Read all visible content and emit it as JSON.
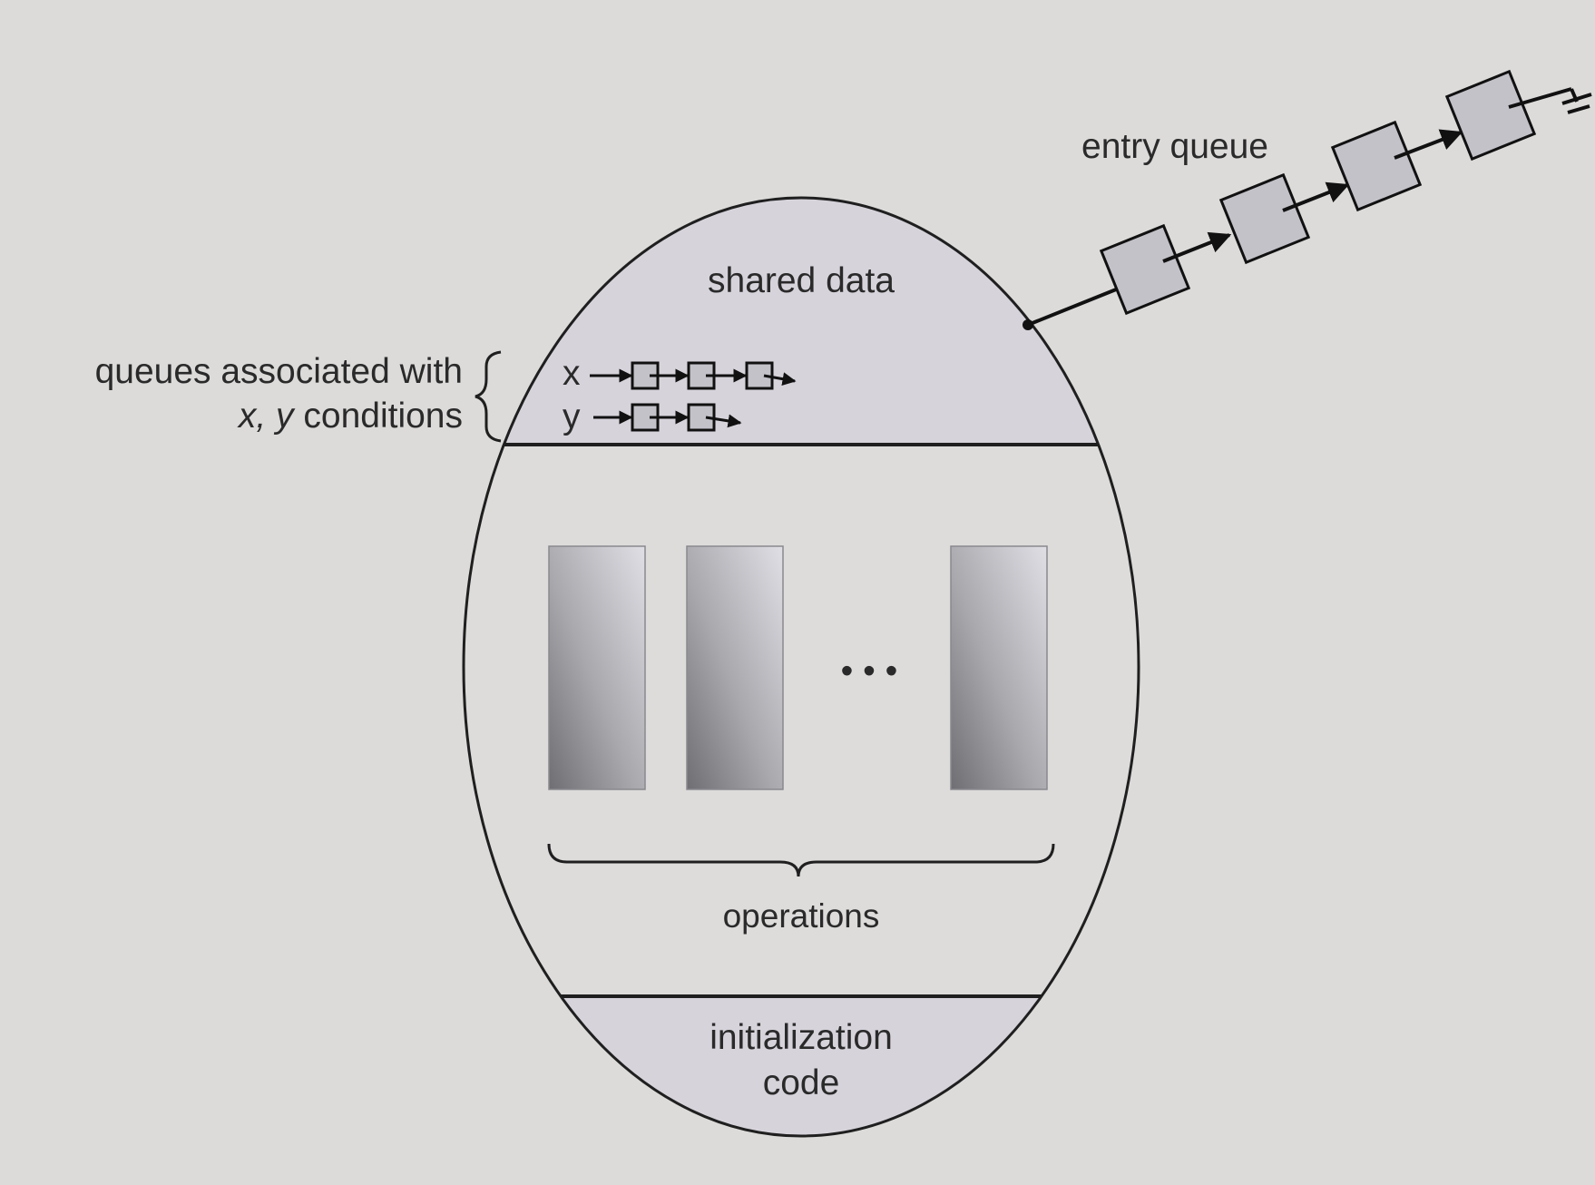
{
  "diagram": {
    "entry_queue_label": "entry queue",
    "shared_data_label": "shared data",
    "condition_queues": {
      "label_line1": "queues associated with",
      "label_line2_vars": "x, y",
      "label_line2_rest": " conditions",
      "x_label": "x",
      "y_label": "y"
    },
    "operations_label": "operations",
    "ellipsis": "• • •",
    "init_label_line1": "initialization",
    "init_label_line2": "code"
  },
  "colors": {
    "background": "#dcdbda",
    "monitor_shaded": "#d7d3db",
    "monitor_body": "#dddcdb",
    "queue_box": "#c3c2c9",
    "outline": "#1f1f1f"
  }
}
